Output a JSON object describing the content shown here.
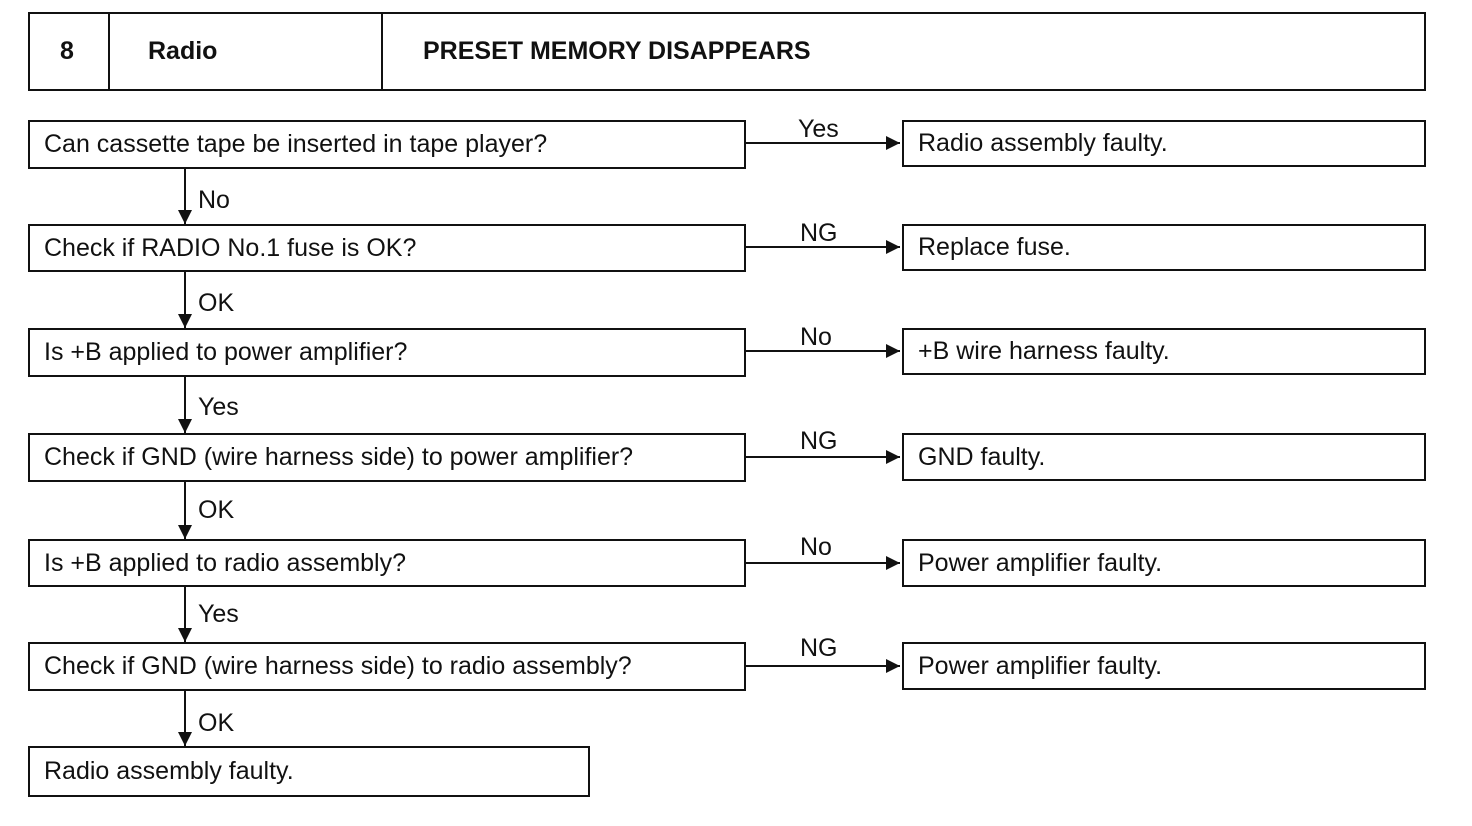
{
  "header": {
    "number": "8",
    "category": "Radio",
    "title": "PRESET MEMORY DISAPPEARS"
  },
  "steps": [
    {
      "question": "Can cassette tape be inserted in tape player?",
      "branch_label": "Yes",
      "result": "Radio assembly faulty.",
      "down_label": "No"
    },
    {
      "question": "Check if RADIO No.1 fuse is OK?",
      "branch_label": "NG",
      "result": "Replace fuse.",
      "down_label": "OK"
    },
    {
      "question": "Is +B applied to power amplifier?",
      "branch_label": "No",
      "result": "+B wire harness faulty.",
      "down_label": "Yes"
    },
    {
      "question": "Check if GND (wire harness side) to power amplifier?",
      "branch_label": "NG",
      "result": "GND faulty.",
      "down_label": "OK"
    },
    {
      "question": "Is +B applied to radio assembly?",
      "branch_label": "No",
      "result": "Power amplifier faulty.",
      "down_label": "Yes"
    },
    {
      "question": "Check if GND (wire harness side) to radio assembly?",
      "branch_label": "NG",
      "result": "Power amplifier faulty.",
      "down_label": "OK"
    }
  ],
  "final_result": "Radio assembly faulty.",
  "colors": {
    "line": "#111111",
    "background": "#ffffff"
  }
}
